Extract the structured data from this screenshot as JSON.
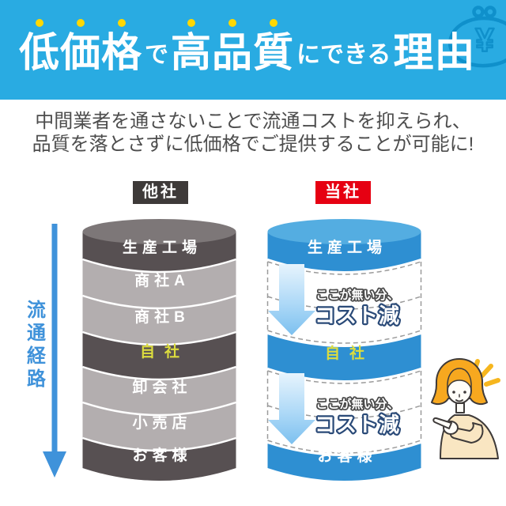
{
  "header": {
    "title_parts": [
      {
        "text": "低価格",
        "emphasized": true
      },
      {
        "text": "で",
        "emphasized": false
      },
      {
        "text": "高品質",
        "emphasized": true
      },
      {
        "text": "にできる",
        "emphasized": false
      },
      {
        "text": "理由",
        "emphasized": true
      }
    ],
    "purse_icon_symbol": "¥"
  },
  "intro": {
    "line1": "中間業者を通さないことで流通コストを抑えられ、",
    "line2": "品質を落とさずに低価格でご提供することが可能に!"
  },
  "comparison": {
    "axis_label": "流通経路",
    "axis_label_chars": [
      "流",
      "通",
      "経",
      "路"
    ],
    "other_company": {
      "label": "他社",
      "layers": [
        "生産工場",
        "商社A",
        "商社B",
        "自社",
        "卸会社",
        "小売店",
        "お客様"
      ],
      "own_layer": "自社"
    },
    "our_company": {
      "label": "当社",
      "layers": [
        "生産工場",
        "自社",
        "お客様"
      ],
      "savings_notes": [
        {
          "line1": "ここが無い分、",
          "line2": "コスト減"
        },
        {
          "line1": "ここが無い分、",
          "line2": "コスト減"
        }
      ]
    }
  },
  "colors": {
    "header_bg": "#29abe2",
    "accent_yellow": "#ffd800",
    "other_label_bg": "#3e3a39",
    "our_label_bg": "#e60012",
    "cylinder_dark_gray": "#575052",
    "cylinder_light_gray": "#b3aeaf",
    "cylinder_gray_top": "#7d7778",
    "cylinder_blue": "#2e8fd2",
    "cylinder_blue_top": "#54ade1",
    "own_layer_text": "#dcdc3e",
    "flow_arrow_blue": "#3f92da",
    "cost_note_outline": "#2a4a78",
    "intro_text": "#4d4d4d"
  }
}
